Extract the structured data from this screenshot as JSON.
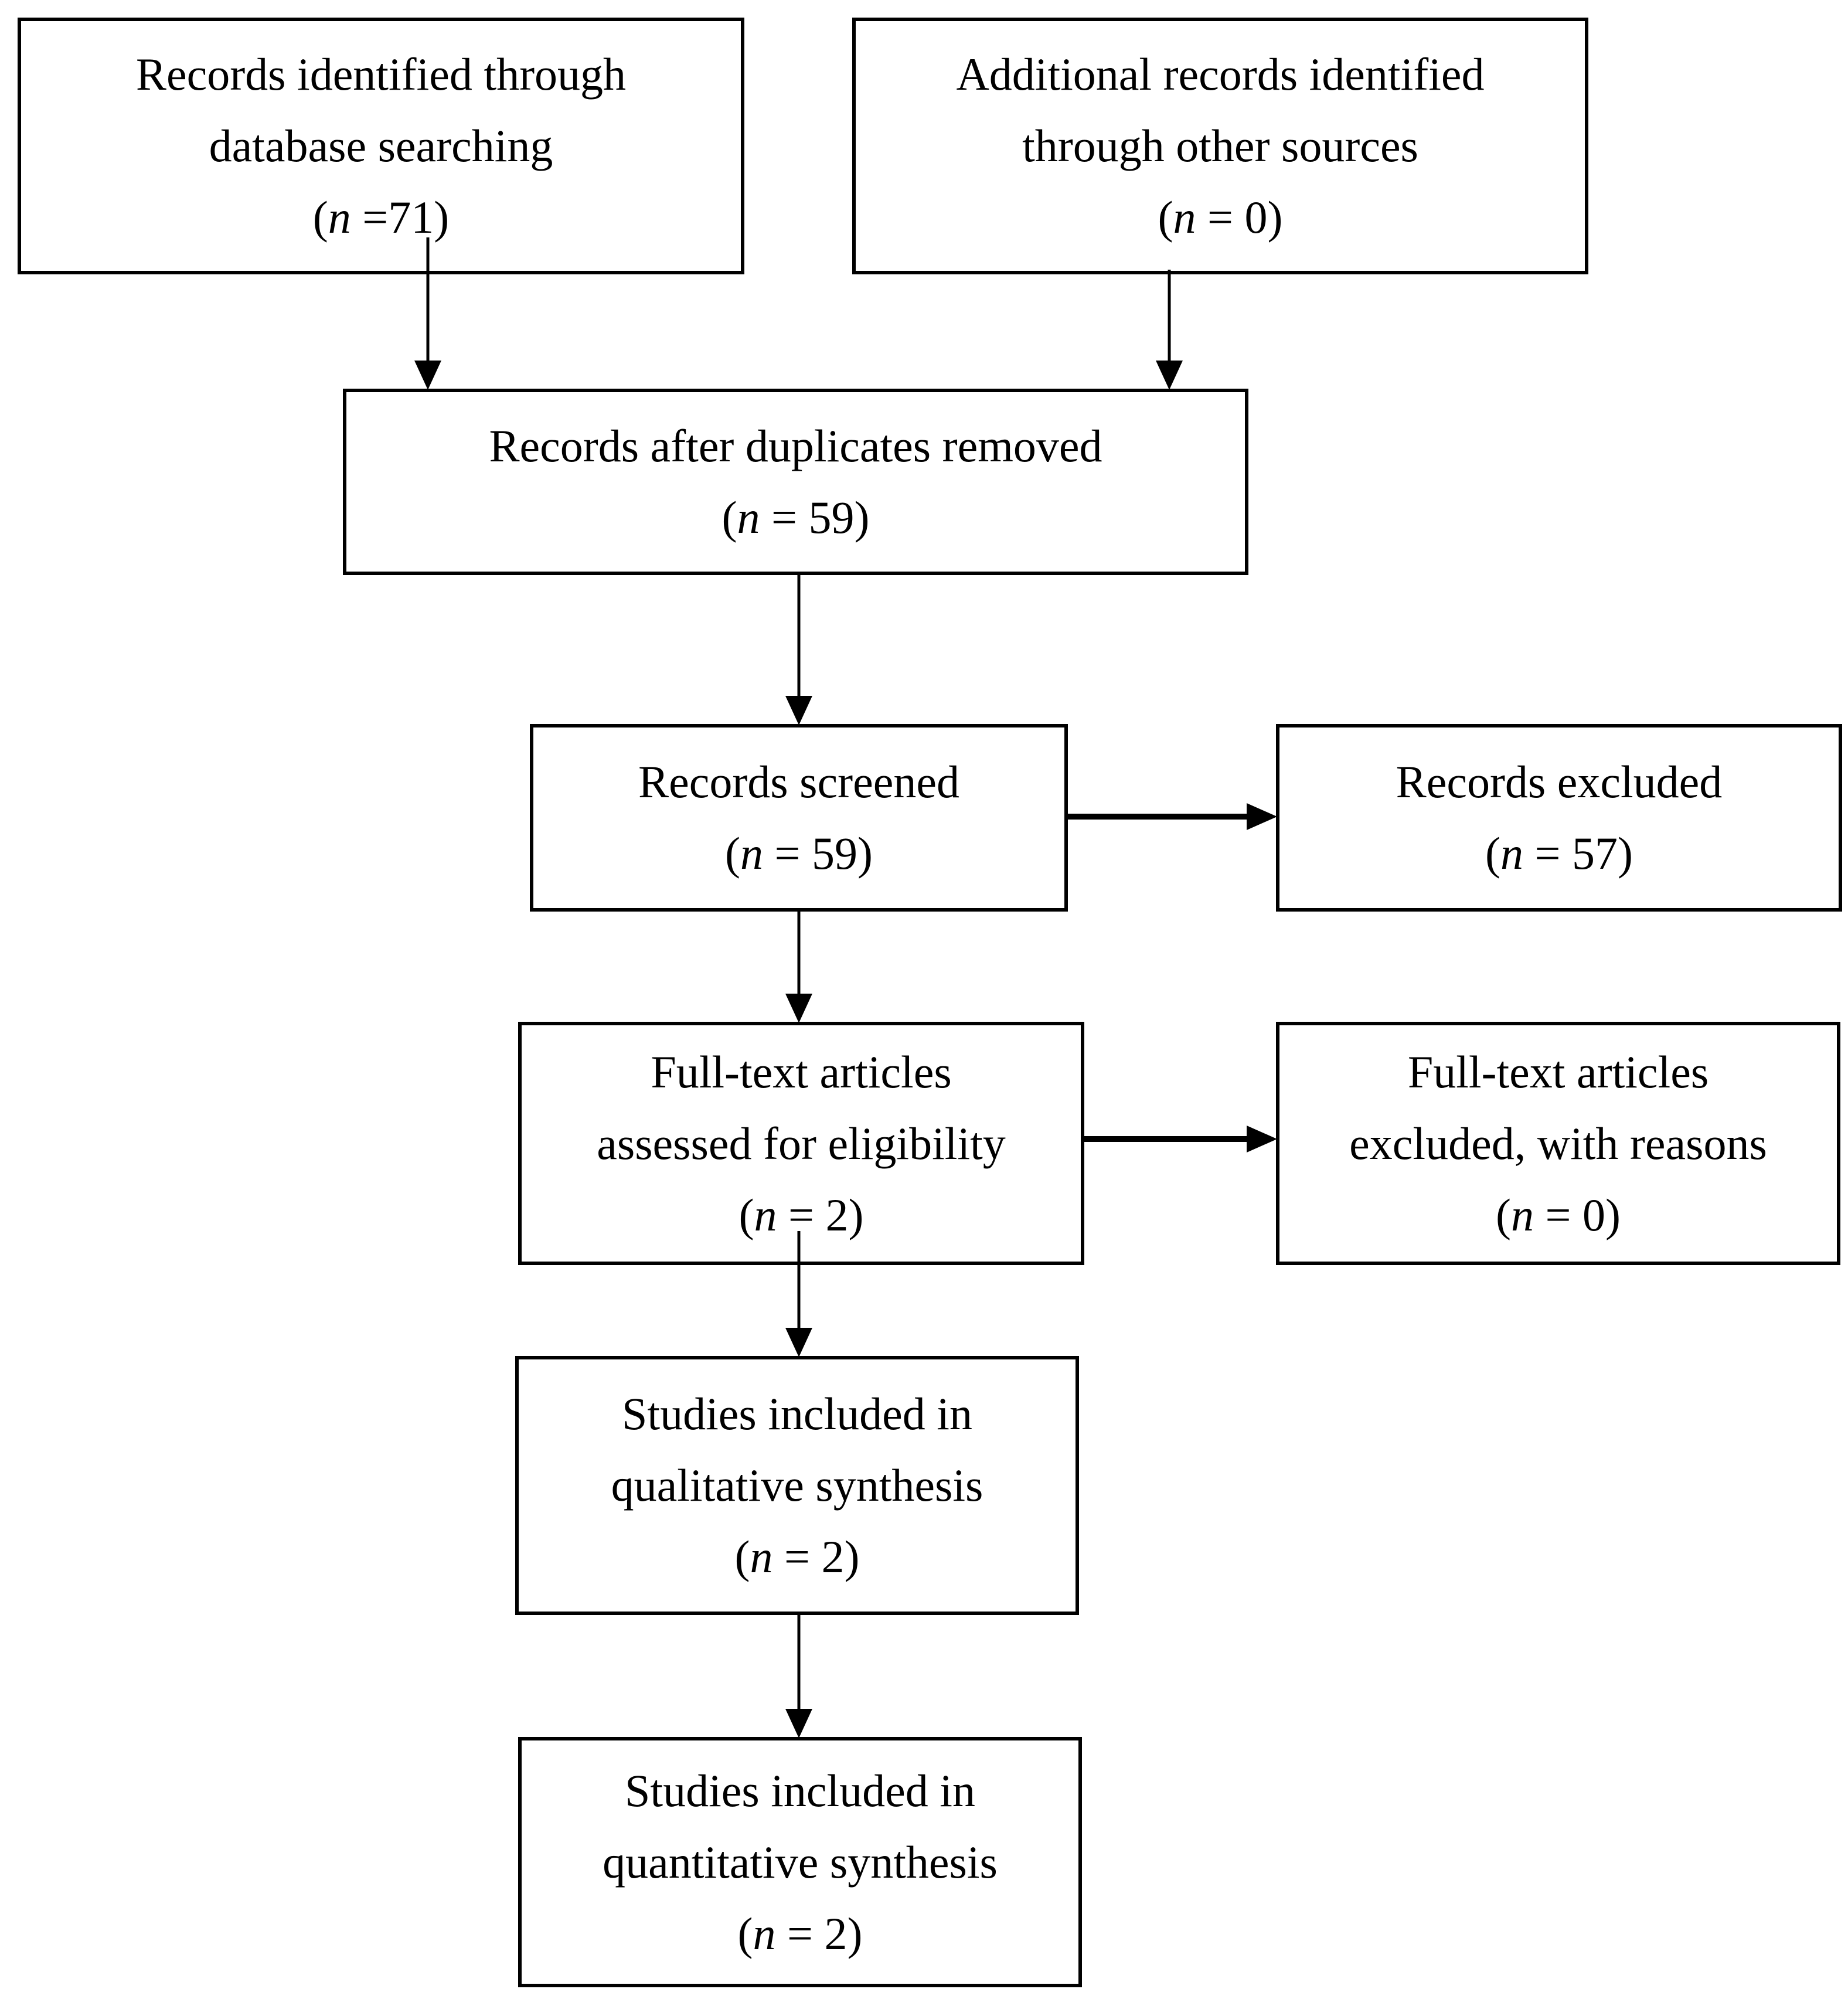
{
  "diagram": {
    "kind": "PRISMA flow diagram of study selection"
  },
  "colors": {
    "background": "#ffffff",
    "line": "#000000",
    "text": "#000000"
  },
  "boxes": [
    {
      "id": "records-identified",
      "lines": [
        "Records identified through",
        "database searching"
      ],
      "count_open": "(",
      "count_n": "n",
      "count_rest": " =71)",
      "count_value": "71"
    },
    {
      "id": "additional-records",
      "lines": [
        "Additional records identified",
        "through other sources"
      ],
      "count_open": "(",
      "count_n": "n",
      "count_rest": " = 0)",
      "count_value": "0"
    },
    {
      "id": "records-after-duplicates",
      "lines": [
        "Records after duplicates removed"
      ],
      "count_open": "(",
      "count_n": "n",
      "count_rest": " = 59)",
      "count_value": "59"
    },
    {
      "id": "records-screened",
      "lines": [
        "Records screened"
      ],
      "count_open": "(",
      "count_n": "n",
      "count_rest": " = 59)",
      "count_value": "59"
    },
    {
      "id": "records-excluded",
      "lines": [
        "Records excluded"
      ],
      "count_open": "(",
      "count_n": "n",
      "count_rest": " = 57)",
      "count_value": "57"
    },
    {
      "id": "fulltext-assessed",
      "lines": [
        "Full-text articles",
        "assessed for eligibility"
      ],
      "count_open": "(",
      "count_n": "n",
      "count_rest": " = 2)",
      "count_value": "2"
    },
    {
      "id": "fulltext-excluded",
      "lines": [
        "Full-text articles",
        "excluded, with reasons"
      ],
      "count_open": "(",
      "count_n": "n",
      "count_rest": " = 0)",
      "count_value": "0"
    },
    {
      "id": "qualitative-synthesis",
      "lines": [
        "Studies included in",
        "qualitative synthesis"
      ],
      "count_open": "(",
      "count_n": "n",
      "count_rest": " = 2)",
      "count_value": "2"
    },
    {
      "id": "quantitative-synthesis",
      "lines": [
        "Studies included in",
        "quantitative synthesis"
      ],
      "count_open": "(",
      "count_n": "n",
      "count_rest": " = 2)",
      "count_value": "2"
    }
  ],
  "connections": [
    {
      "from": "records-identified",
      "to": "records-after-duplicates"
    },
    {
      "from": "additional-records",
      "to": "records-after-duplicates"
    },
    {
      "from": "records-after-duplicates",
      "to": "records-screened"
    },
    {
      "from": "records-screened",
      "to": "records-excluded"
    },
    {
      "from": "records-screened",
      "to": "fulltext-assessed"
    },
    {
      "from": "fulltext-assessed",
      "to": "fulltext-excluded"
    },
    {
      "from": "fulltext-assessed",
      "to": "qualitative-synthesis"
    },
    {
      "from": "qualitative-synthesis",
      "to": "quantitative-synthesis"
    }
  ]
}
